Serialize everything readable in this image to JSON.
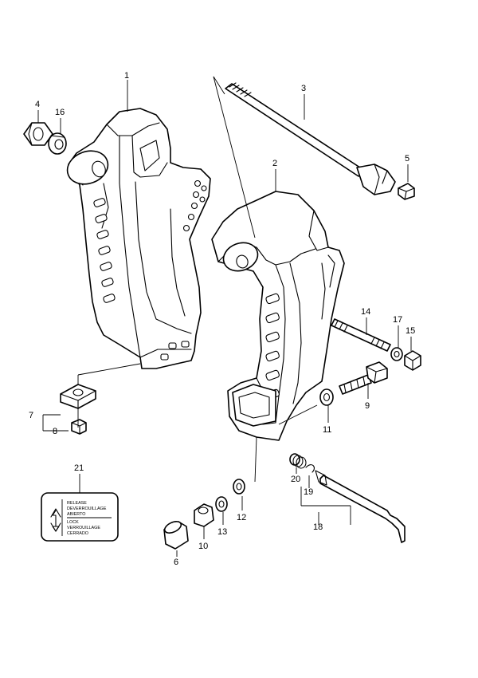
{
  "callouts": {
    "p1": "1",
    "p2": "2",
    "p3": "3",
    "p4": "4",
    "p5": "5",
    "p6": "6",
    "p7": "7",
    "p8": "8",
    "p9": "9",
    "p10": "10",
    "p11": "11",
    "p12": "12",
    "p13": "13",
    "p14": "14",
    "p15": "15",
    "p16": "16",
    "p17": "17",
    "p18": "18",
    "p19": "19",
    "p20": "20",
    "p21": "21"
  },
  "decal": {
    "release": "RELEASE",
    "deverrouillage": "DEVERROUILLAGE",
    "abierto": "ABIERTO",
    "lock": "LOCK",
    "verrouillage": "VERROUILLAGE",
    "cerrado": "CERRADO"
  }
}
